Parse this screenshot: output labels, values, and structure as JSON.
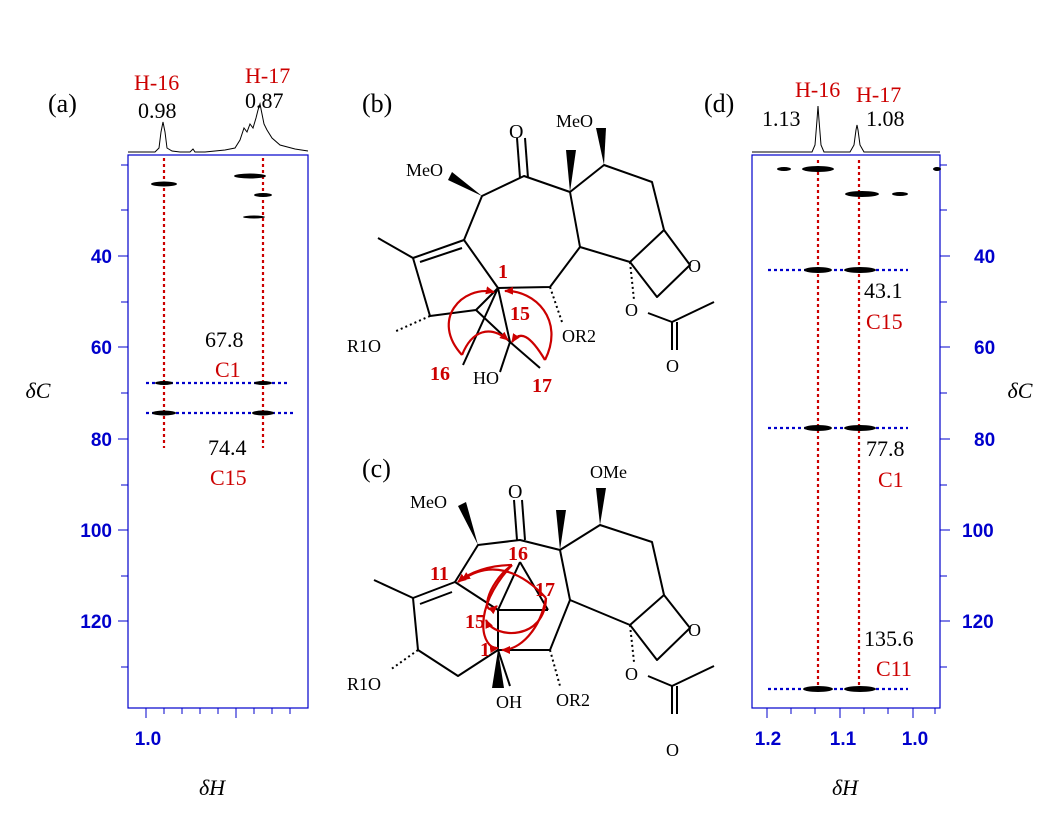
{
  "colors": {
    "red": "#cc0000",
    "blue": "#0000cc",
    "black": "#000000",
    "ink": "#222222"
  },
  "panel_labels": {
    "a": "(a)",
    "b": "(b)",
    "c": "(c)",
    "d": "(d)"
  },
  "panel_a": {
    "peak_labels": [
      {
        "name": "H-16",
        "shift": "0.98"
      },
      {
        "name": "H-17",
        "shift": "0.87"
      }
    ],
    "correlations": [
      {
        "value": "67.8",
        "carbon": "C1"
      },
      {
        "value": "74.4",
        "carbon": "C15"
      }
    ],
    "x_ticks": [
      "1.0"
    ],
    "y_ticks": [
      "40",
      "60",
      "80",
      "100",
      "120"
    ],
    "xlabel": "δH",
    "ylabel": "δC"
  },
  "panel_d": {
    "peak_labels": [
      {
        "name": "H-16",
        "shift": "1.13"
      },
      {
        "name": "H-17",
        "shift": "1.08"
      }
    ],
    "correlations": [
      {
        "value": "43.1",
        "carbon": "C15"
      },
      {
        "value": "77.8",
        "carbon": "C1"
      },
      {
        "value": "135.6",
        "carbon": "C11"
      }
    ],
    "x_ticks": [
      "1.2",
      "1.1",
      "1.0"
    ],
    "y_ticks": [
      "40",
      "60",
      "80",
      "100",
      "120"
    ],
    "xlabel": "δH",
    "ylabel": "δC"
  },
  "structure_b": {
    "labels": {
      "meo1": "MeO",
      "meo2": "MeO",
      "r1o": "R1O",
      "or2": "OR2",
      "ho": "HO"
    },
    "atom_numbers": {
      "n1": "1",
      "n15": "15",
      "n16": "16",
      "n17": "17"
    }
  },
  "structure_c": {
    "labels": {
      "meo": "MeO",
      "ome": "OMe",
      "r1o": "R1O",
      "or2": "OR2",
      "oh": "OH"
    },
    "atom_numbers": {
      "n11": "11",
      "n16": "16",
      "n17": "17",
      "n15": "15",
      "n1": "1"
    }
  }
}
